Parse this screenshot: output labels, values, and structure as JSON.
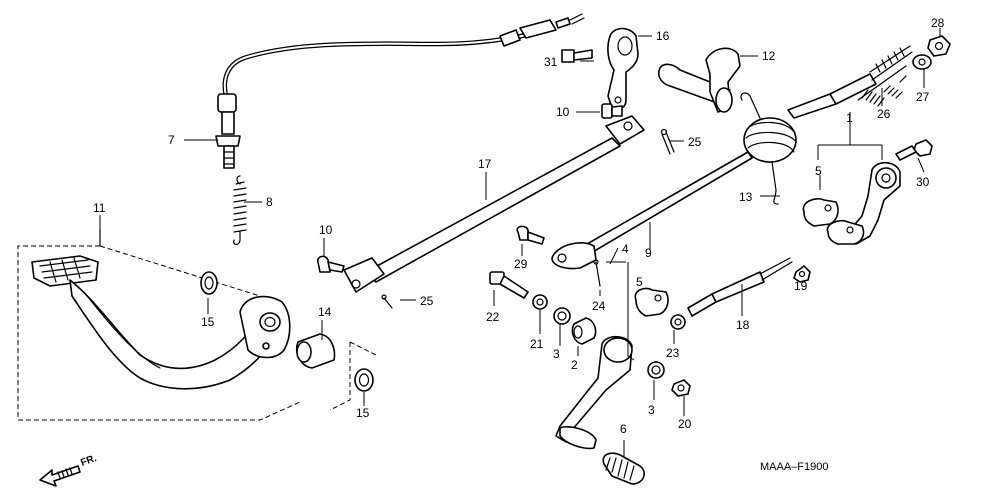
{
  "diagram_code": "MAAA–F1900",
  "direction_label": "FR.",
  "parts": [
    {
      "key": "p1",
      "number": "1"
    },
    {
      "key": "p2",
      "number": "2"
    },
    {
      "key": "p3a",
      "number": "3"
    },
    {
      "key": "p3b",
      "number": "3"
    },
    {
      "key": "p4",
      "number": "4"
    },
    {
      "key": "p5a",
      "number": "5"
    },
    {
      "key": "p5b",
      "number": "5"
    },
    {
      "key": "p6",
      "number": "6"
    },
    {
      "key": "p7",
      "number": "7"
    },
    {
      "key": "p8",
      "number": "8"
    },
    {
      "key": "p9",
      "number": "9"
    },
    {
      "key": "p10a",
      "number": "10"
    },
    {
      "key": "p10b",
      "number": "10"
    },
    {
      "key": "p11",
      "number": "11"
    },
    {
      "key": "p12",
      "number": "12"
    },
    {
      "key": "p13",
      "number": "13"
    },
    {
      "key": "p14",
      "number": "14"
    },
    {
      "key": "p15a",
      "number": "15"
    },
    {
      "key": "p15b",
      "number": "15"
    },
    {
      "key": "p16",
      "number": "16"
    },
    {
      "key": "p17",
      "number": "17"
    },
    {
      "key": "p18",
      "number": "18"
    },
    {
      "key": "p19",
      "number": "19"
    },
    {
      "key": "p20",
      "number": "20"
    },
    {
      "key": "p21",
      "number": "21"
    },
    {
      "key": "p22",
      "number": "22"
    },
    {
      "key": "p23",
      "number": "23"
    },
    {
      "key": "p24",
      "number": "24"
    },
    {
      "key": "p25a",
      "number": "25"
    },
    {
      "key": "p25b",
      "number": "25"
    },
    {
      "key": "p26",
      "number": "26"
    },
    {
      "key": "p27",
      "number": "27"
    },
    {
      "key": "p28",
      "number": "28"
    },
    {
      "key": "p29",
      "number": "29"
    },
    {
      "key": "p30",
      "number": "30"
    },
    {
      "key": "p31",
      "number": "31"
    }
  ]
}
